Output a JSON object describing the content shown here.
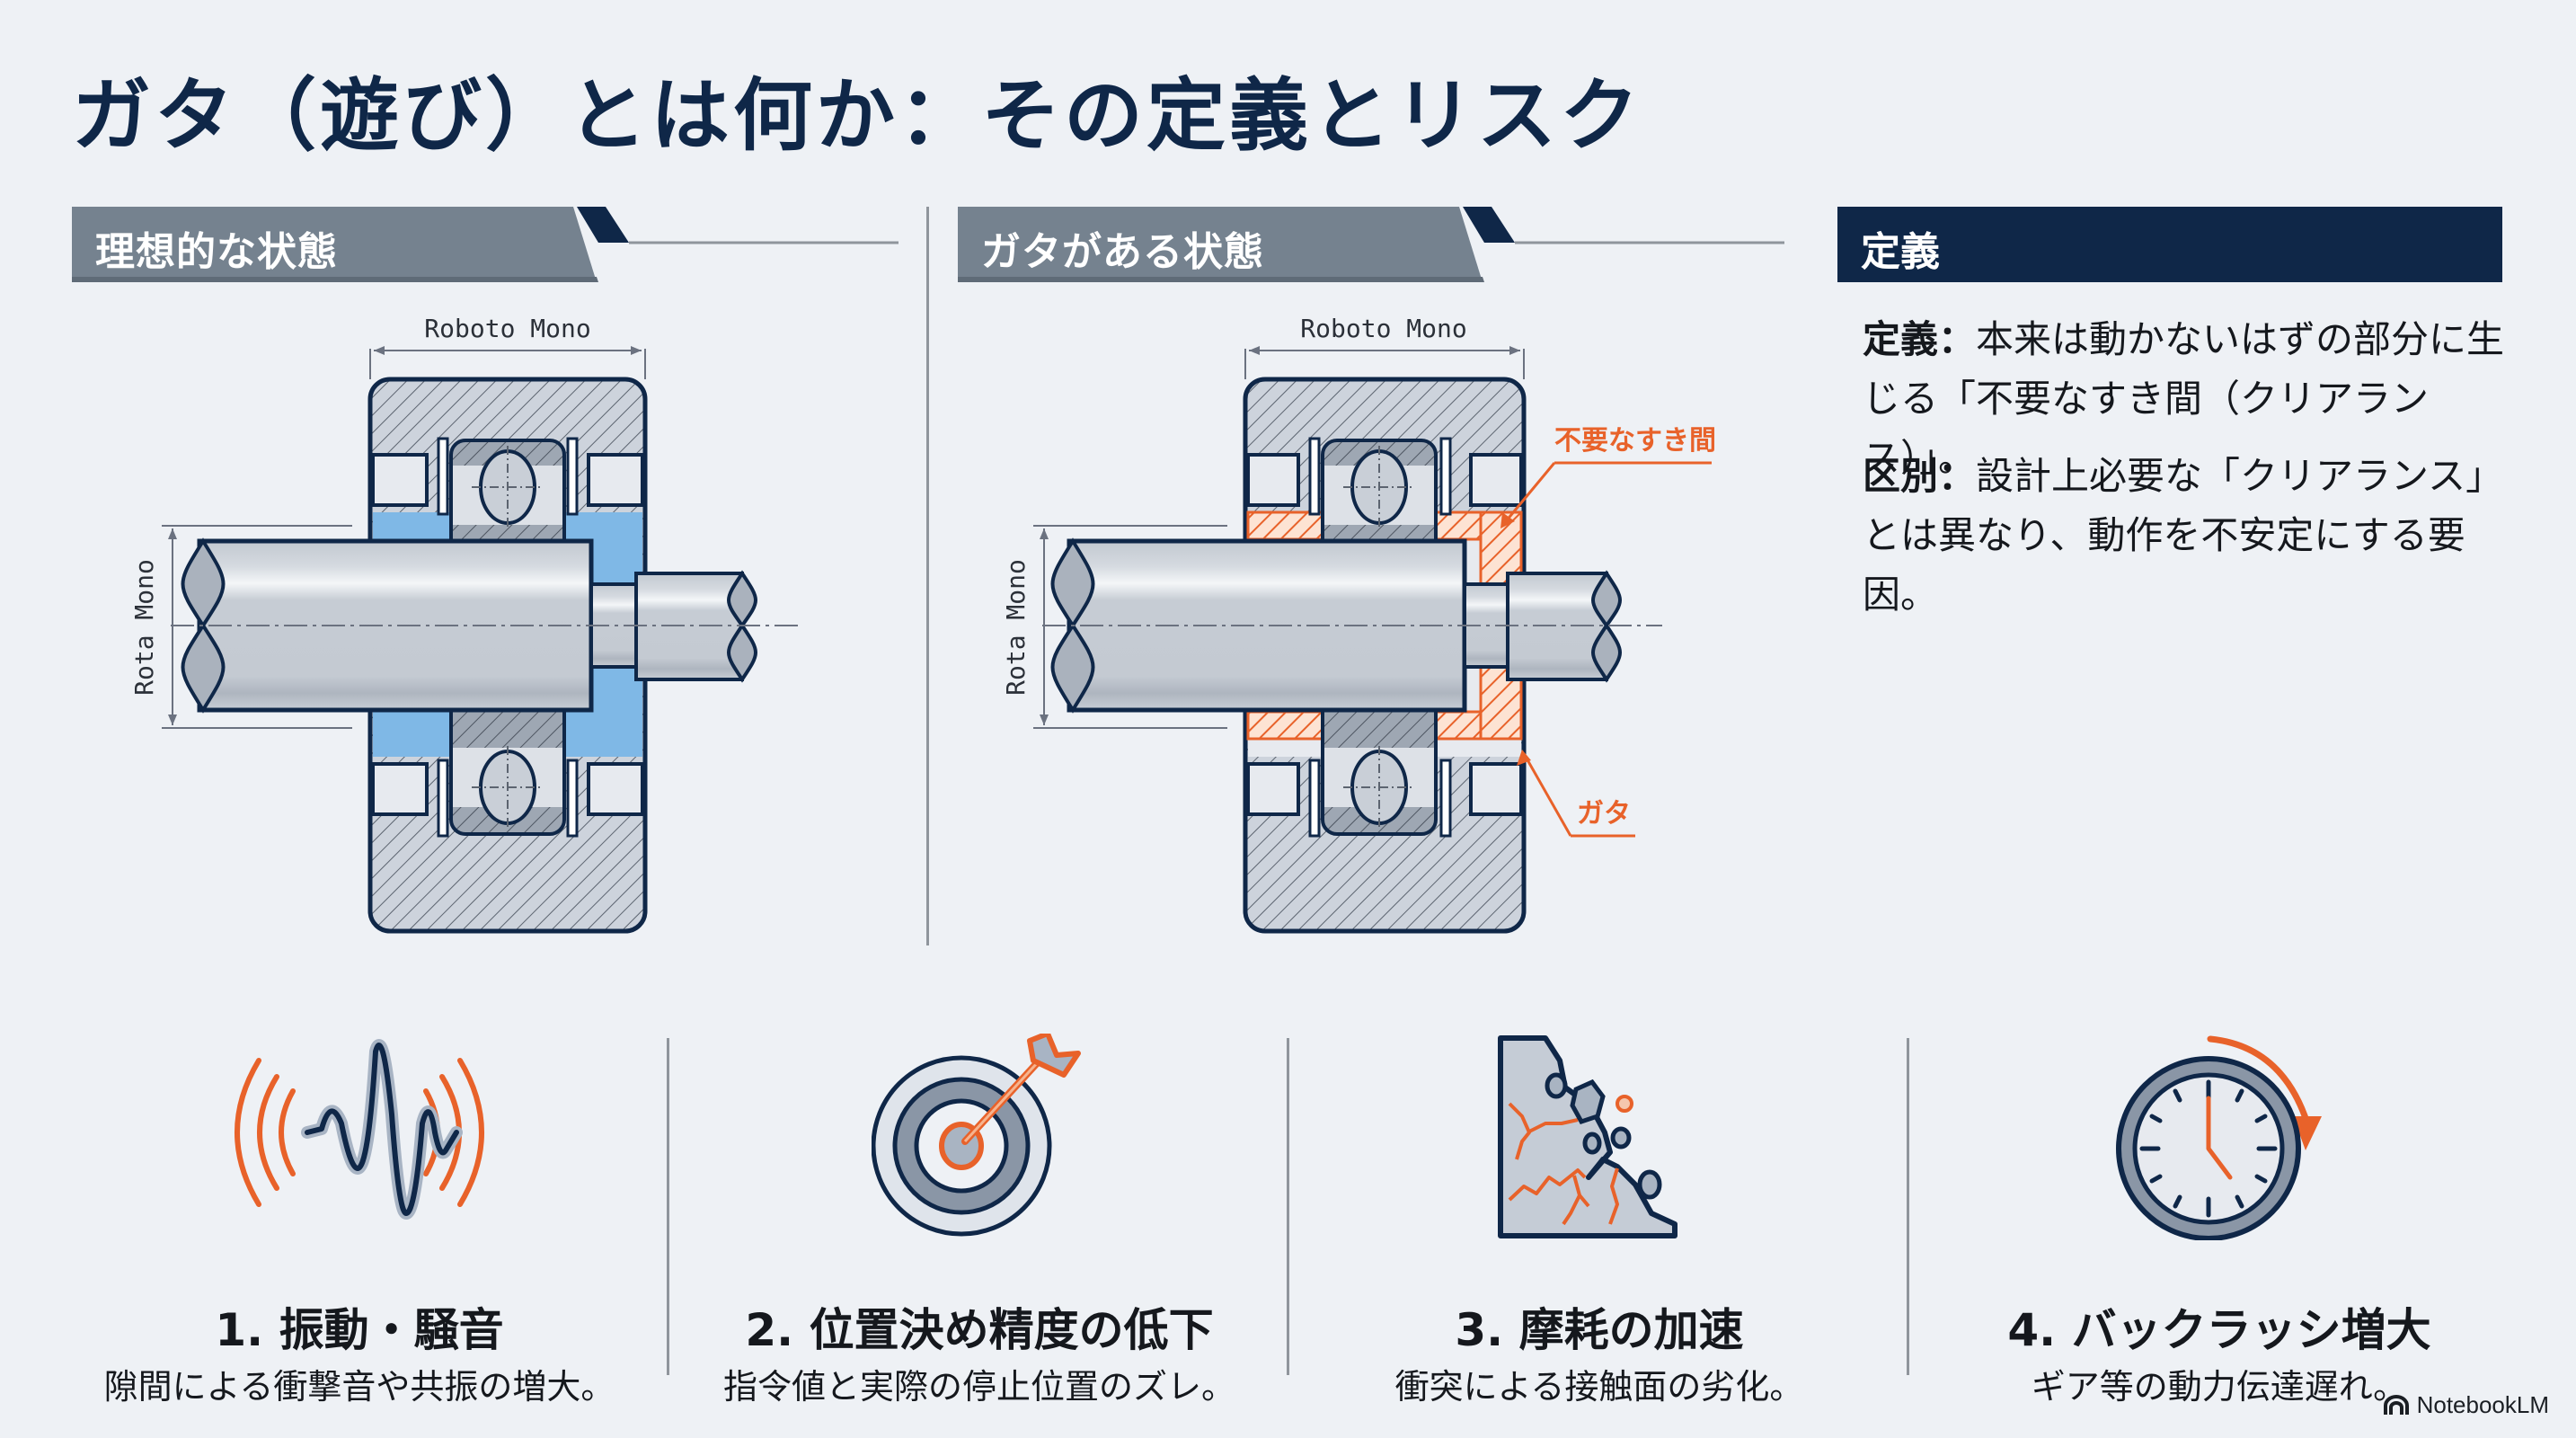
{
  "title": "ガタ（遊び）とは何か：その定義とリスク",
  "panels": {
    "ideal": {
      "header": "理想的な状態",
      "dim_top": "Roboto Mono",
      "dim_side": "Rota Mono"
    },
    "play": {
      "header": "ガタがある状態",
      "dim_top": "Roboto Mono",
      "dim_side": "Rota Mono",
      "callout_gap": "不要なすき間",
      "callout_play": "ガタ"
    }
  },
  "definition": {
    "header": "定義",
    "items": [
      {
        "term": "定義：",
        "line1": "本来は動かないはずの部分に生",
        "line2": "じる「不要なすき間（クリアランス）」。"
      },
      {
        "term": "区別：",
        "line1": "設計上必要な「クリアランス」",
        "line2": "とは異なり、動作を不安定にする要因。"
      }
    ]
  },
  "risks": [
    {
      "icon": "vibration-wave-icon",
      "title": "1. 振動・騒音",
      "subtitle": "隙間による衝撃音や共振の増大。"
    },
    {
      "icon": "target-arrow-icon",
      "title": "2. 位置決め精度の低下",
      "subtitle": "指令値と実際の停止位置のズレ。"
    },
    {
      "icon": "worn-surface-icon",
      "title": "3. 摩耗の加速",
      "subtitle": "衝突による接触面の劣化。"
    },
    {
      "icon": "clock-delay-icon",
      "title": "4. バックラッシ増大",
      "subtitle": "ギア等の動力伝達遅れ。"
    }
  ],
  "brand": "NotebookLM",
  "colors": {
    "navy": "#0f2748",
    "header_grey": "#75828f",
    "accent_orange": "#e8622a",
    "clearance_blue": "#7fb8e6",
    "background": "#eef1f5"
  }
}
